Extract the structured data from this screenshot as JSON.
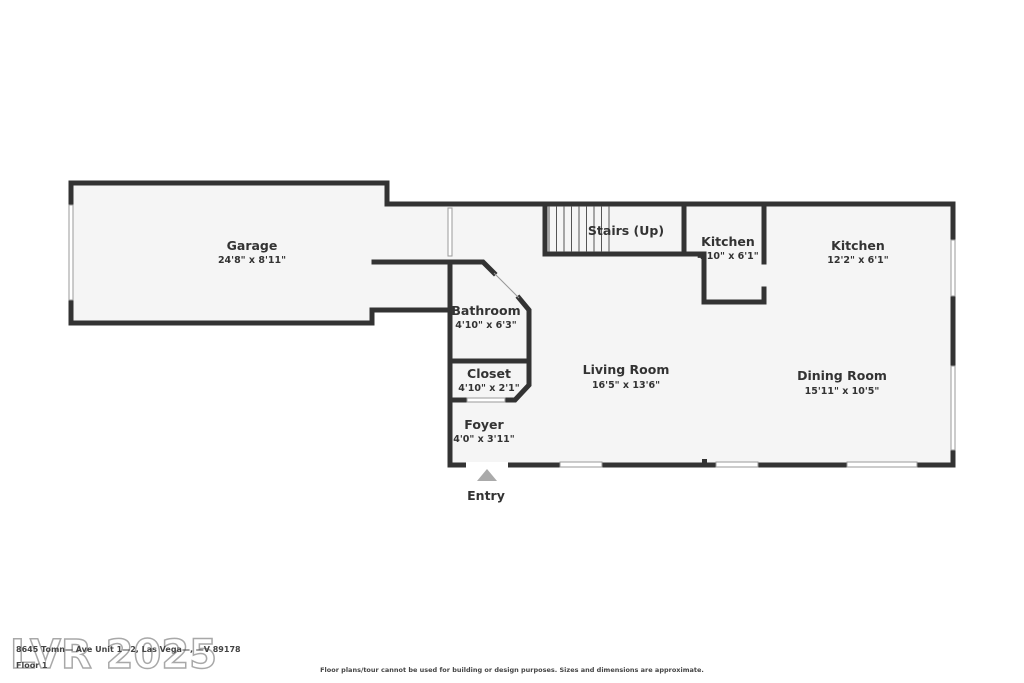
{
  "rooms": {
    "garage": {
      "name": "Garage",
      "dims": "24'8\" x 8'11\""
    },
    "stairs": {
      "name": "Stairs (Up)"
    },
    "kitchen_small": {
      "name": "Kitchen",
      "dims": "4'10\" x 6'1\""
    },
    "kitchen": {
      "name": "Kitchen",
      "dims": "12'2\" x 6'1\""
    },
    "bathroom": {
      "name": "Bathroom",
      "dims": "4'10\" x 6'3\""
    },
    "living": {
      "name": "Living Room",
      "dims": "16'5\" x 13'6\""
    },
    "dining": {
      "name": "Dining Room",
      "dims": "15'11\" x 10'5\""
    },
    "closet": {
      "name": "Closet",
      "dims": "4'10\" x 2'1\""
    },
    "foyer": {
      "name": "Foyer",
      "dims": "4'0\" x 3'11\""
    }
  },
  "entry_label": "Entry",
  "footer": {
    "address": "8645 Tomn— Ave Unit 1—2, Las Vega—, —V 89178",
    "floor": "Floor 1",
    "disclaimer": "Floor plans/tour cannot be used for building or design purposes. Sizes and dimensions are approximate."
  },
  "watermark": "LVR 2025",
  "colors": {
    "wall": "#333333",
    "floor": "#f5f5f5",
    "background": "#ffffff"
  }
}
